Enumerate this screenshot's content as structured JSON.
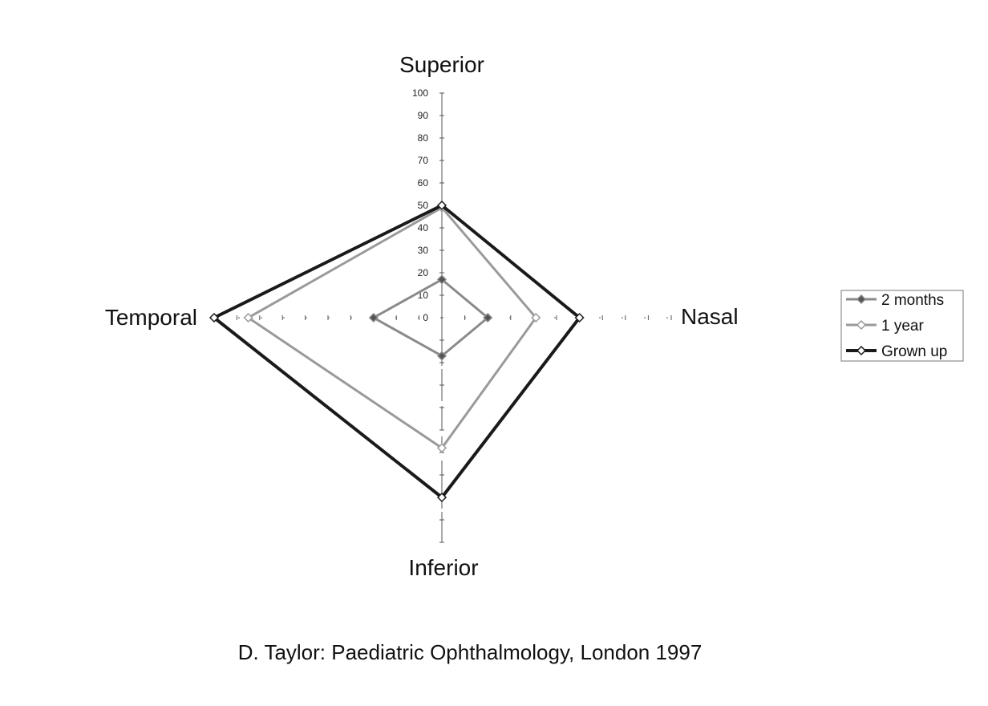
{
  "chart_data": {
    "type": "radar",
    "axes": [
      "Superior",
      "Nasal",
      "Inferior",
      "Temporal"
    ],
    "rlim": [
      0,
      100
    ],
    "ticks": [
      "0",
      "10",
      "20",
      "30",
      "40",
      "50",
      "60",
      "70",
      "80",
      "90",
      "100"
    ],
    "series": [
      {
        "name": "2 months",
        "values": [
          17,
          20,
          17,
          30
        ],
        "color": "#8a8a8a"
      },
      {
        "name": "1 year",
        "values": [
          49,
          41,
          58,
          85
        ],
        "color": "#9a9a9a"
      },
      {
        "name": "Grown up",
        "values": [
          50,
          60,
          80,
          100
        ],
        "color": "#1a1a1a"
      }
    ],
    "legend": "right"
  },
  "source": "D. Taylor: Paediatric Ophthalmology, London 1997"
}
